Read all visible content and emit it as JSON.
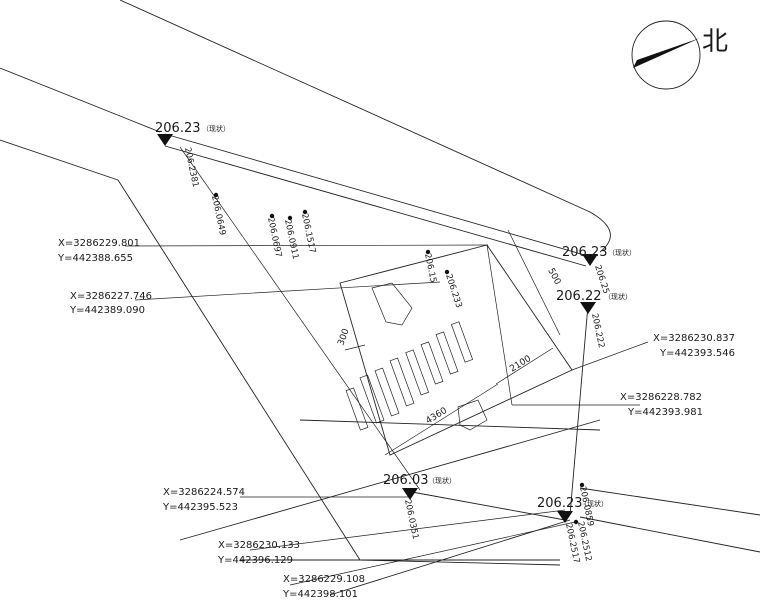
{
  "north": {
    "label": "北"
  },
  "elevations": [
    {
      "id": "e1",
      "value": "206.23",
      "tag": "（现状）"
    },
    {
      "id": "e2",
      "value": "206.23",
      "tag": "（现状）"
    },
    {
      "id": "e3",
      "value": "206.22",
      "tag": "（现状）"
    },
    {
      "id": "e4",
      "value": "206.03",
      "tag": "（现状）"
    },
    {
      "id": "e5",
      "value": "206.23",
      "tag": "（现状）"
    }
  ],
  "points": [
    {
      "id": "p1",
      "value": "206.2381"
    },
    {
      "id": "p2",
      "value": "206.0649"
    },
    {
      "id": "p3",
      "value": "206.0697"
    },
    {
      "id": "p4",
      "value": "206.0911"
    },
    {
      "id": "p5",
      "value": "206.1517"
    },
    {
      "id": "p6",
      "value": "206.15"
    },
    {
      "id": "p7",
      "value": "206.233"
    },
    {
      "id": "p8",
      "value": "206.25"
    },
    {
      "id": "p9",
      "value": "206.222"
    },
    {
      "id": "p10",
      "value": "206.0351"
    },
    {
      "id": "p11",
      "value": "206.0859"
    },
    {
      "id": "p12",
      "value": "206.2512"
    },
    {
      "id": "p13",
      "value": "206.2517"
    }
  ],
  "coordinates": [
    {
      "id": "c1",
      "x": "X=3286229.801",
      "y": "Y=442388.655"
    },
    {
      "id": "c2",
      "x": "X=3286227.746",
      "y": "Y=442389.090"
    },
    {
      "id": "c3",
      "x": "X=3286230.837",
      "y": "Y=442393.546"
    },
    {
      "id": "c4",
      "x": "X=3286228.782",
      "y": "Y=442393.981"
    },
    {
      "id": "c5",
      "x": "X=3286224.574",
      "y": "Y=442395.523"
    },
    {
      "id": "c6",
      "x": "X=3286230.133",
      "y": "Y=442396.129"
    },
    {
      "id": "c7",
      "x": "X=3286229.108",
      "y": "Y=442398.101"
    }
  ],
  "dimensions": [
    {
      "id": "d1",
      "value": "500"
    },
    {
      "id": "d2",
      "value": "2100"
    },
    {
      "id": "d3",
      "value": "4360"
    },
    {
      "id": "d4",
      "value": "300"
    }
  ]
}
